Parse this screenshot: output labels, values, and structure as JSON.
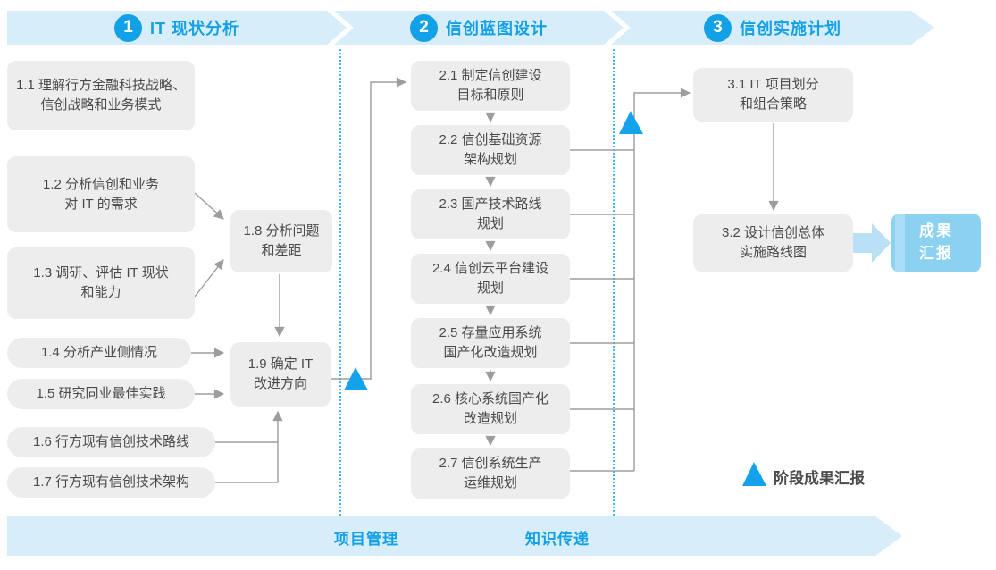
{
  "header": {
    "phases": [
      {
        "number": "1",
        "label": "IT 现状分析"
      },
      {
        "number": "2",
        "label": "信创蓝图设计"
      },
      {
        "number": "3",
        "label": "信创实施计划"
      }
    ]
  },
  "boxes": {
    "b11": "1.1 理解行方金融科技战略、\n信创战略和业务模式",
    "b12": "1.2 分析信创和业务\n对 IT 的需求",
    "b13": "1.3 调研、评估 IT 现状\n和能力",
    "b14": "1.4 分析产业侧情况",
    "b15": "1.5 研究同业最佳实践",
    "b16": "1.6 行方现有信创技术路线",
    "b17": "1.7 行方现有信创技术架构",
    "b18": "1.8 分析问题\n和差距",
    "b19": "1.9 确定 IT\n改进方向",
    "b21": "2.1 制定信创建设\n目标和原则",
    "b22": "2.2 信创基础资源\n架构规划",
    "b23": "2.3 国产技术路线\n规划",
    "b24": "2.4 信创云平台建设\n规划",
    "b25": "2.5 存量应用系统\n国产化改造规划",
    "b26": "2.6 核心系统国产化\n改造规划",
    "b27": "2.7 信创系统生产\n运维规划",
    "b31": "3.1 IT 项目划分\n和组合策略",
    "b32": "3.2 设计信创总体\n实施路线图"
  },
  "result_box": {
    "label": "成果\n汇报"
  },
  "legend": {
    "label": "阶段成果汇报"
  },
  "footer": {
    "items": [
      "项目管理",
      "知识传递"
    ]
  },
  "colors": {
    "accent_blue": "#12a0e6",
    "ribbon_bg": "#d7edfa",
    "box_bg": "#ededed",
    "box_text": "#4b4b4b",
    "connector_gray": "#9d9d9d",
    "triangle_blue": "#14a3ea",
    "result_box_bg": "#8bd1f0",
    "thick_arrow_blue": "#b9e0f4"
  }
}
